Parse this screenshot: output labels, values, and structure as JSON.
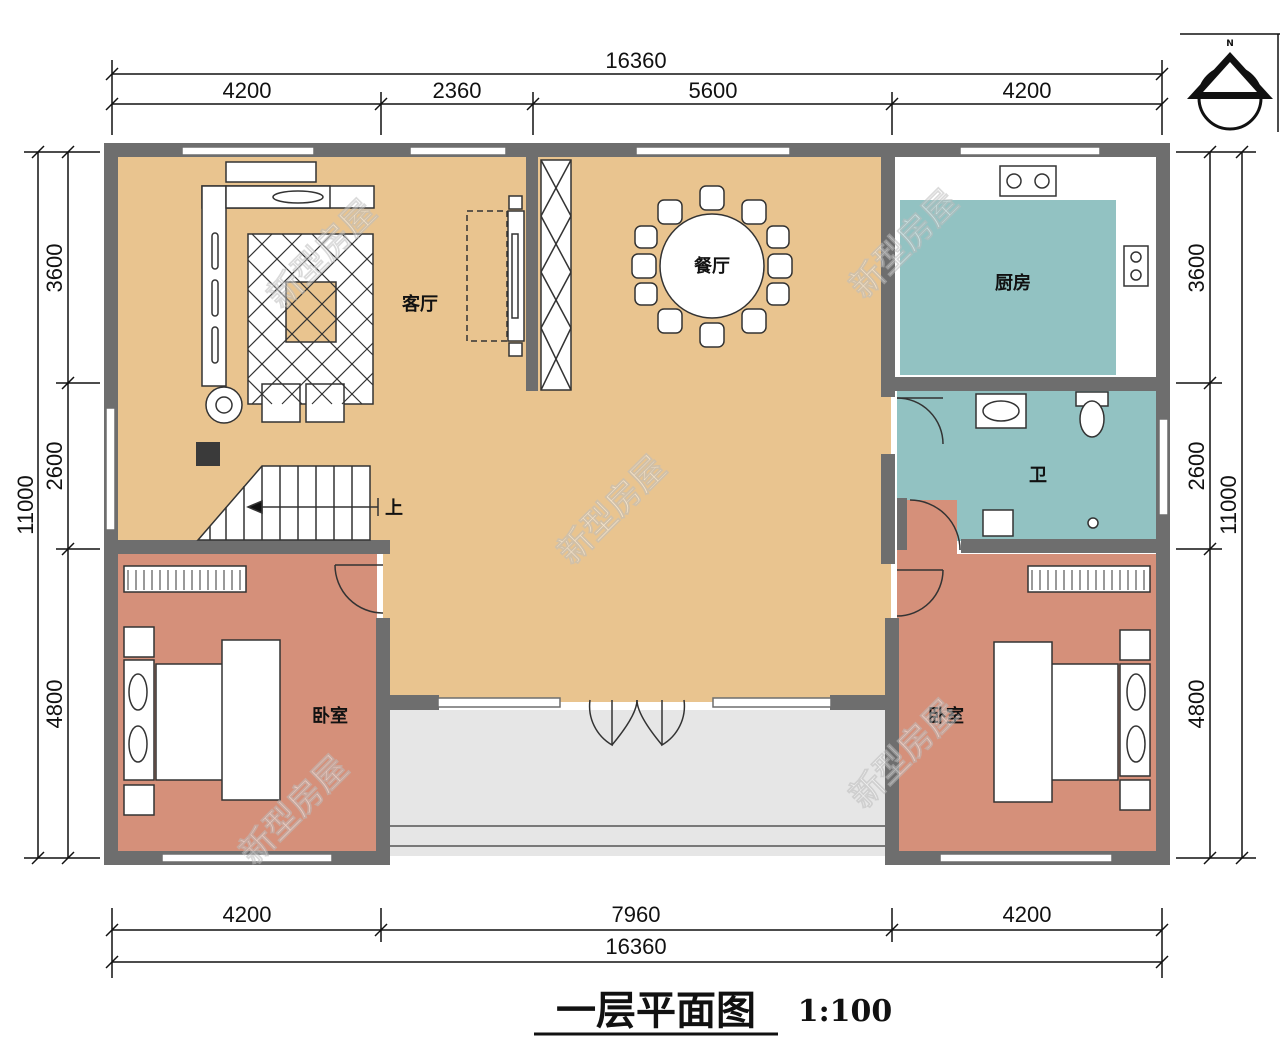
{
  "dimensions": {
    "top_total": "16360",
    "top_segments": [
      "4200",
      "2360",
      "5600",
      "4200"
    ],
    "bottom_segments": [
      "4200",
      "7960",
      "4200"
    ],
    "bottom_total": "16360",
    "left_segments": [
      "3600",
      "2600",
      "4800"
    ],
    "left_total": "11000",
    "right_segments": [
      "3600",
      "2600",
      "4800"
    ],
    "right_total": "11000"
  },
  "rooms": {
    "living": "客厅",
    "dining": "餐厅",
    "kitchen": "厨房",
    "bath": "卫",
    "bedroom_left": "卧室",
    "bedroom_right": "卧室",
    "stair_up": "上"
  },
  "north_label": "N",
  "watermark": "新型房屋",
  "title": "一层平面图",
  "scale": "1:100",
  "colors": {
    "living": "#e9c48f",
    "kitchen": "#92c2c2",
    "bedroom": "#d5907a",
    "porch": "#e6e6e6",
    "wall": "#6e6e6e"
  }
}
